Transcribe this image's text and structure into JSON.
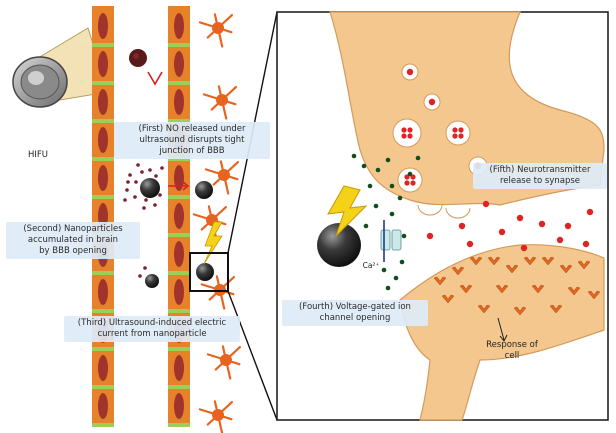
{
  "labels": {
    "hifu": "HIFU",
    "first": "(First) NO released under\nultrasound disrupts tight\njunction of BBB",
    "second": "(Second) Nanoparticles\naccumulated in brain\nby BBB opening",
    "third": "(Third) Ultrasound-induced electric\ncurrent from nanoparticle",
    "fourth": "(Fourth) Voltage-gated ion\nchannel opening",
    "fifth": "(Fifth) Neurotransmitter\nrelease to synapse",
    "response": "Response of\ncell",
    "calcium": "Ca²⁺"
  },
  "colors": {
    "vessel_cell": "#e8822a",
    "vessel_nucleus": "#a0342c",
    "tight_junction": "#9ccf5a",
    "neuron": "#f4c78f",
    "neuron_stroke": "#d49a5c",
    "astrocyte": "#e8641e",
    "nanoparticle": "#303030",
    "vesicle_dot": "#e02424",
    "ion_dot": "#0f4f1f",
    "label_bg": "#ddebf7",
    "lightning": "#f5d21a"
  }
}
